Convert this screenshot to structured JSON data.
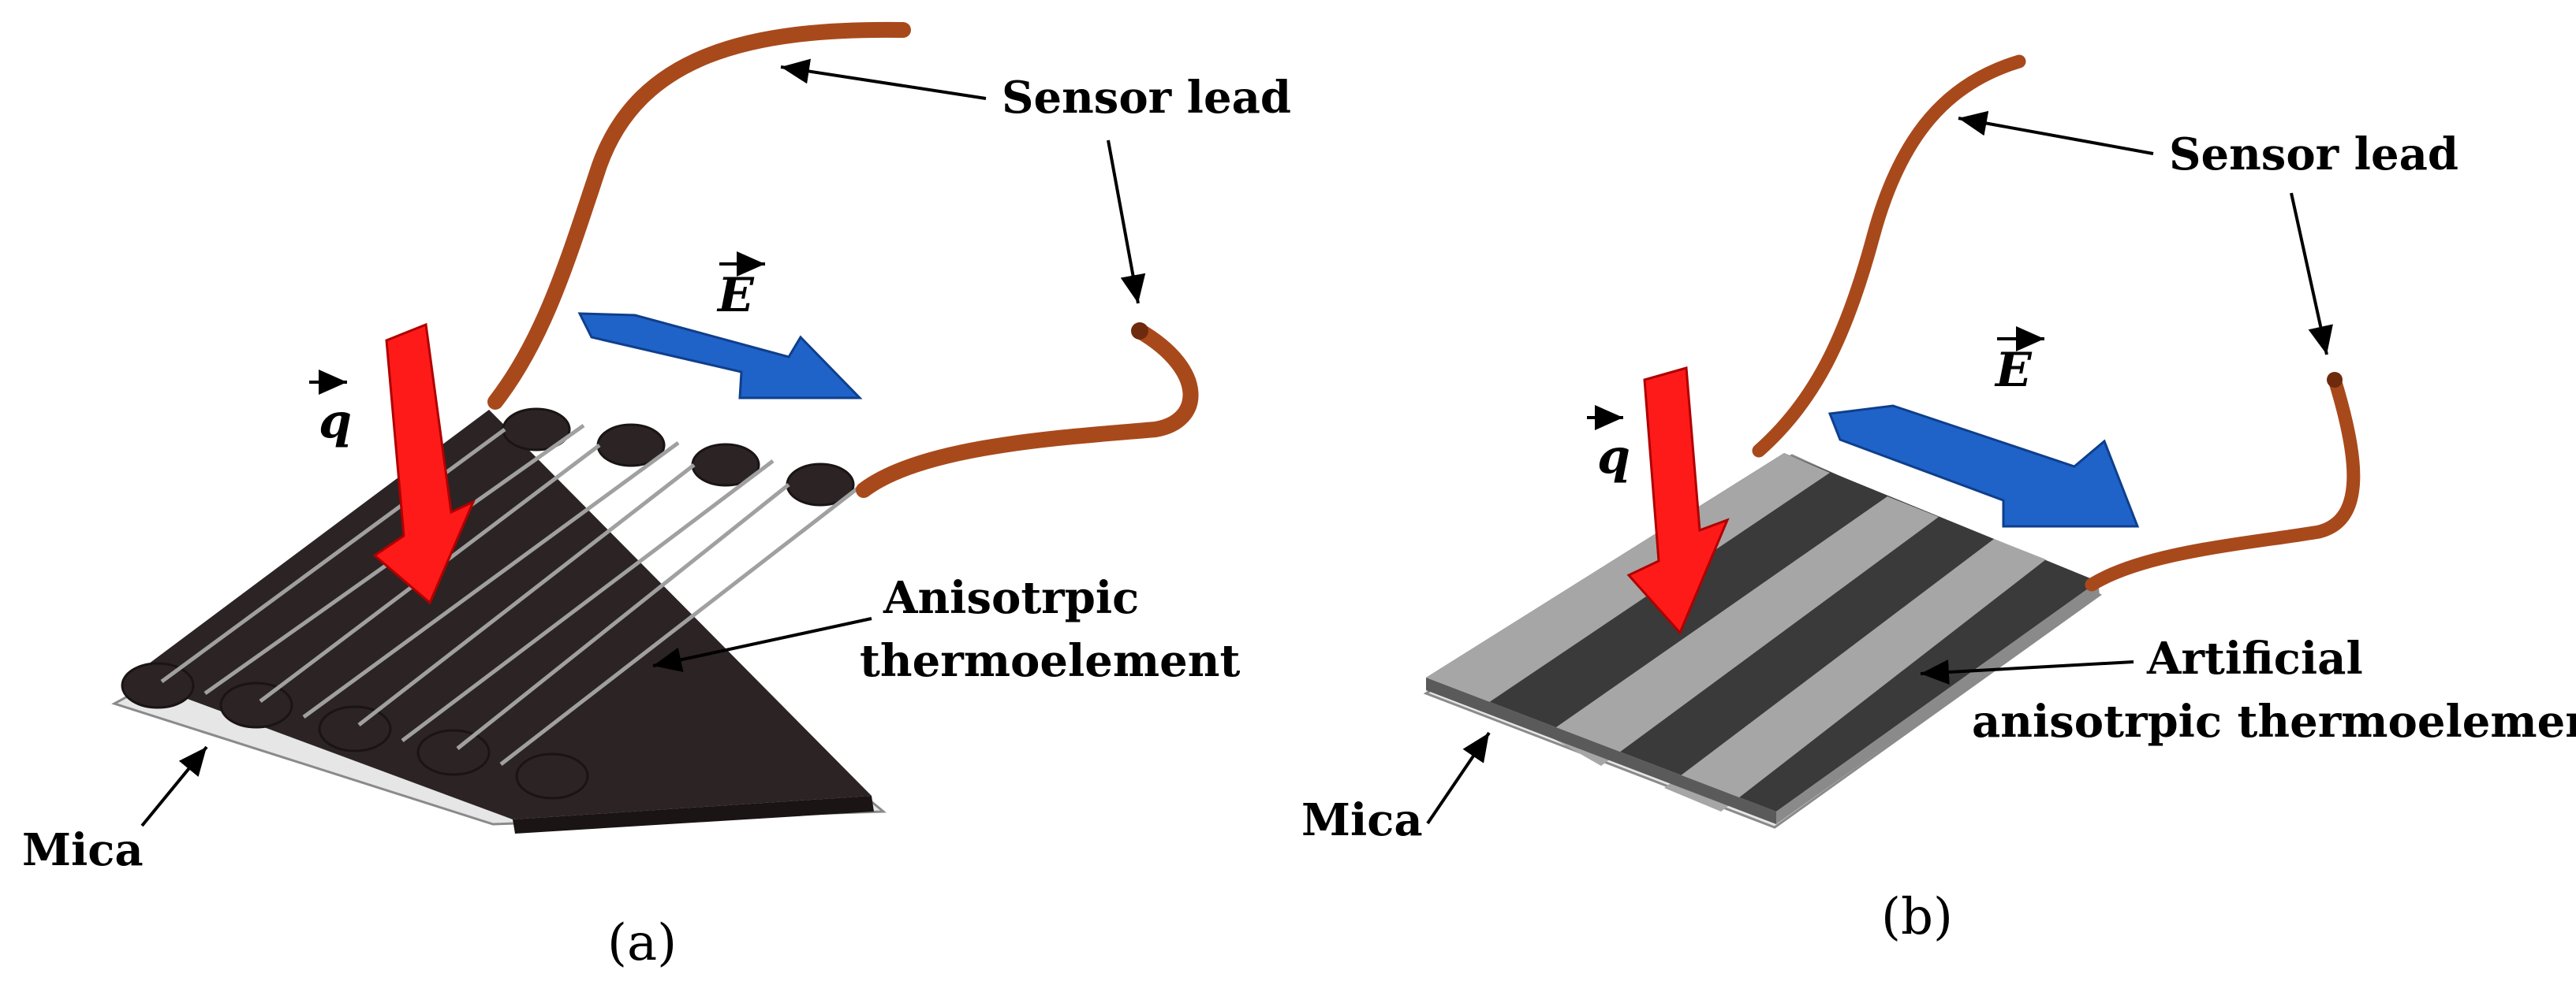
{
  "panels": [
    {
      "caption": "(a)",
      "labels": {
        "sensor_lead": "Sensor lead",
        "element_line1": "Anisotrpic",
        "element_line2": "thermoelement",
        "mica": "Mica",
        "heat_flux": "q",
        "field": "E"
      }
    },
    {
      "caption": "(b)",
      "labels": {
        "sensor_lead": "Sensor lead",
        "element_line1": "Artificial",
        "element_line2": "anisotrpic thermoelement",
        "mica": "Mica",
        "heat_flux": "q",
        "field": "E"
      }
    }
  ],
  "colors": {
    "lead": "#a8491c",
    "lead_dark": "#6e2a0c",
    "heat_arrow": "#ff1a1a",
    "field_arrow": "#1f63c9",
    "meander": "#2c2424",
    "stripe_dark": "#3a3a3a",
    "stripe_light": "#a6a6a6",
    "mica": "#e6e6e6"
  }
}
